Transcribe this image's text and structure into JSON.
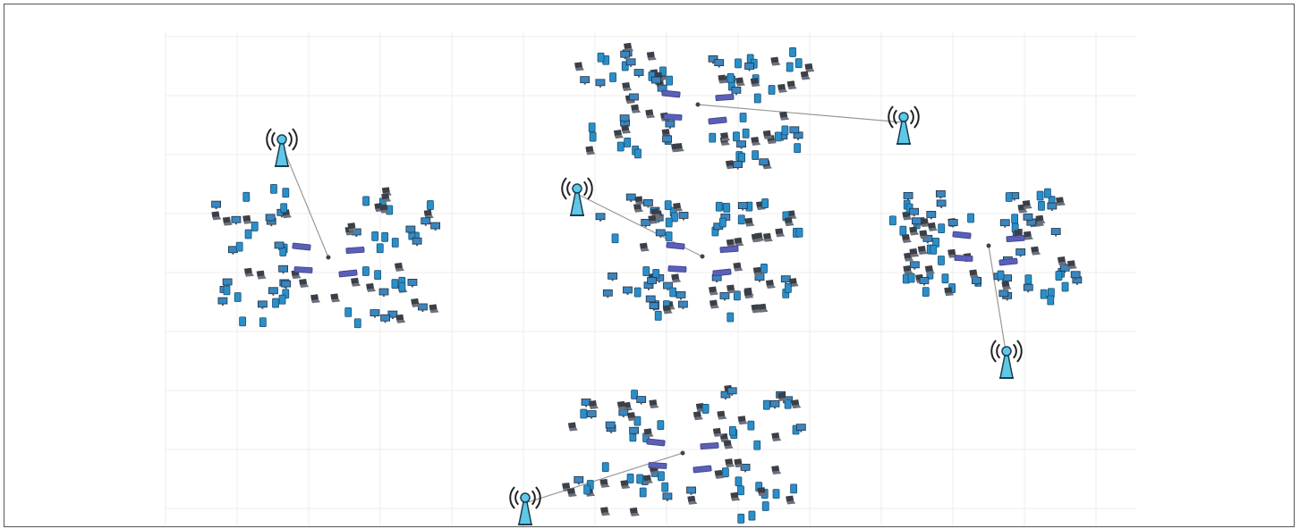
{
  "diagram": {
    "kind": "wireless network topology",
    "palette": {
      "device": "#2a8fc8",
      "device_dark": "#1a4f75",
      "laptop": "#3b3f47",
      "switch": "#5a5fb8",
      "tower_fill": "#5fc8e6",
      "tower_stroke": "#1c3d52",
      "link": "#9a9a9a",
      "grid": "#ececec"
    },
    "clusters": [
      {
        "id": "cluster-west",
        "tower_icon": "radio-tower-icon",
        "hub_icon": "switch-icon",
        "node_icons": [
          "desktop-icon",
          "laptop-icon",
          "monitor-icon"
        ]
      },
      {
        "id": "cluster-north",
        "tower_icon": "radio-tower-icon",
        "hub_icon": "switch-icon",
        "node_icons": [
          "desktop-icon",
          "laptop-icon",
          "monitor-icon"
        ]
      },
      {
        "id": "cluster-center",
        "tower_icon": "radio-tower-icon",
        "hub_icon": "switch-icon",
        "node_icons": [
          "desktop-icon",
          "laptop-icon",
          "monitor-icon"
        ]
      },
      {
        "id": "cluster-east",
        "tower_icon": "radio-tower-icon",
        "hub_icon": "switch-icon",
        "node_icons": [
          "desktop-icon",
          "laptop-icon",
          "monitor-icon"
        ]
      },
      {
        "id": "cluster-south",
        "tower_icon": "radio-tower-icon",
        "hub_icon": "switch-icon",
        "node_icons": [
          "desktop-icon",
          "laptop-icon",
          "monitor-icon"
        ]
      }
    ]
  }
}
